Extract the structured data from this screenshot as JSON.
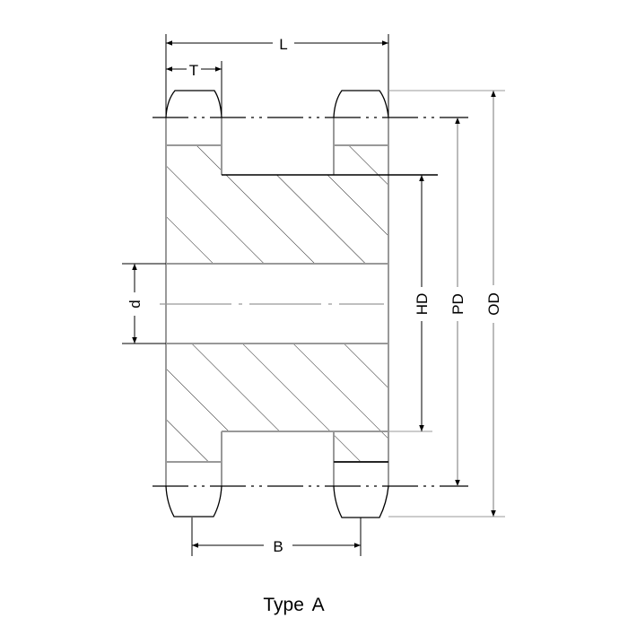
{
  "diagram": {
    "caption": "Type  A",
    "subject": "Double sprocket cross-section",
    "dimensions": {
      "L": "L",
      "T": "T",
      "d": "d",
      "HD": "HD",
      "PD": "PD",
      "OD": "OD",
      "B": "B"
    },
    "colors": {
      "outline": "#999999",
      "line": "#000000",
      "hatch": "#333333",
      "background": "#ffffff"
    }
  }
}
